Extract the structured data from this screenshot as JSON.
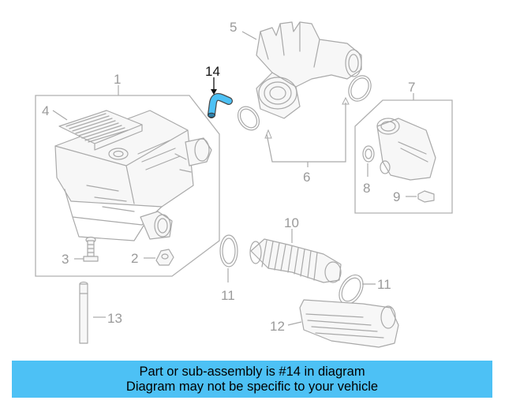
{
  "callouts": {
    "c1": "1",
    "c2": "2",
    "c3": "3",
    "c4": "4",
    "c5": "5",
    "c6": "6",
    "c7": "7",
    "c8": "8",
    "c9": "9",
    "c10": "10",
    "c11a": "11",
    "c11b": "11",
    "c12": "12",
    "c13": "13",
    "c14": "14"
  },
  "banner": {
    "line1": "Part or sub-assembly is #14 in diagram",
    "line2": "Diagram may not be specific to your vehicle"
  },
  "colors": {
    "highlight": "#4dc1f5",
    "banner": "#4dc1f5",
    "line": "#a9a9a9"
  }
}
